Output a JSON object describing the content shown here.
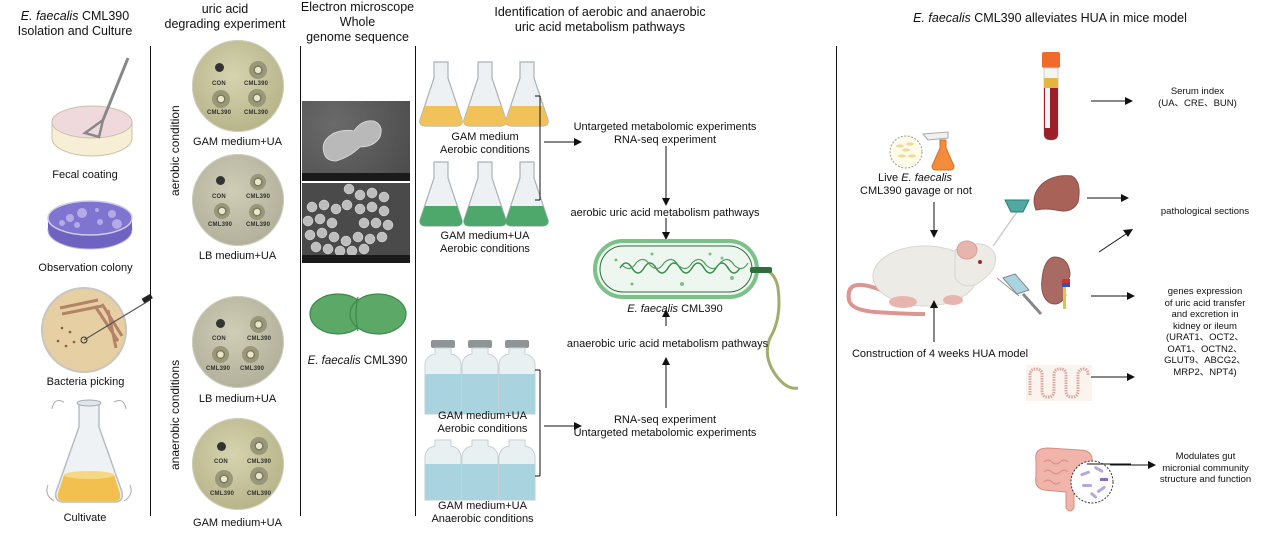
{
  "sections": {
    "isolation": {
      "title_italic": "E. faecalis",
      "title_rest": " CML390",
      "title_line2": "Isolation and Culture",
      "steps": [
        "Fecal coating",
        "Observation colony",
        "Bacteria picking",
        "Cultivate"
      ]
    },
    "degrading": {
      "title_line1": "uric acid",
      "title_line2": "degrading experiment",
      "aerobic_label": "aerobic condition",
      "anaerobic_label": "anaerobic conditions",
      "plates": [
        {
          "caption": "GAM medium+UA",
          "wells": [
            "CON",
            "CML390",
            "CML390",
            "CML390"
          ]
        },
        {
          "caption": "LB medium+UA",
          "wells": [
            "CON",
            "CML390",
            "CML390",
            "CML390"
          ]
        },
        {
          "caption": "LB medium+UA",
          "wells": [
            "CON",
            "CML390",
            "CML390",
            "CML390"
          ]
        },
        {
          "caption": "GAM medium+UA",
          "wells": [
            "CON",
            "CML390",
            "CML390",
            "CML390"
          ]
        }
      ]
    },
    "microscope": {
      "title_line1": "Electron microscope",
      "title_line2": "Whole",
      "title_line3": "genome sequence",
      "caption_italic": "E. faecalis",
      "caption_rest": " CML390"
    },
    "pathways": {
      "title_line1": "Identification of aerobic and anaerobic",
      "title_line2": "uric acid metabolism pathways",
      "flask_group_1": {
        "line1": "GAM medium",
        "line2": "Aerobic conditions"
      },
      "flask_group_2": {
        "line1": "GAM medium+UA",
        "line2": "Aerobic conditions"
      },
      "bottle_group_1": {
        "line1": "GAM medium+UA",
        "line2": "Aerobic conditions"
      },
      "bottle_group_2": {
        "line1": "GAM medium+UA",
        "line2": "Anaerobic  conditions"
      },
      "top_experiments": {
        "line1": "Untargeted metabolomic experiments",
        "line2": "RNA-seq experiment"
      },
      "aerobic_pathway": "aerobic uric acid metabolism pathways",
      "bacterium_italic": "E. faecalis",
      "bacterium_rest": " CML390",
      "anaerobic_pathway": "anaerobic uric acid metabolism pathways",
      "bottom_experiments": {
        "line1": "RNA-seq experiment",
        "line2": "Untargeted metabolomic experiments"
      }
    },
    "mice": {
      "title_italic": "E. faecalis",
      "title_rest": " CML390 alleviates HUA in mice model",
      "gavage_line1_a": "Live ",
      "gavage_line1_italic": "E. faecalis",
      "gavage_line2": "CML390 gavage or not",
      "model_label": "Construction of 4 weeks HUA model",
      "serum": {
        "line1": "Serum index",
        "line2": "(UA、CRE、BUN)"
      },
      "pathology": "pathological sections",
      "genes": [
        "genes expression",
        "of uric acid transfer",
        "and excretion in",
        "kidney or ileum",
        "(URAT1、OCT2、",
        "OAT1、OCTN2、",
        "GLUT9、ABCG2、",
        "MRP2、NPT4)"
      ],
      "gut": [
        "Modulates gut",
        "micronial community",
        "structure and function"
      ]
    }
  },
  "colors": {
    "flask_yellow": "#f2c25a",
    "flask_green": "#4fa86b",
    "bottle_blue": "#a9d3de",
    "bacterium_green": "#6dbb79",
    "blood_red": "#9b1e28",
    "cap_orange": "#ef6a2b"
  }
}
